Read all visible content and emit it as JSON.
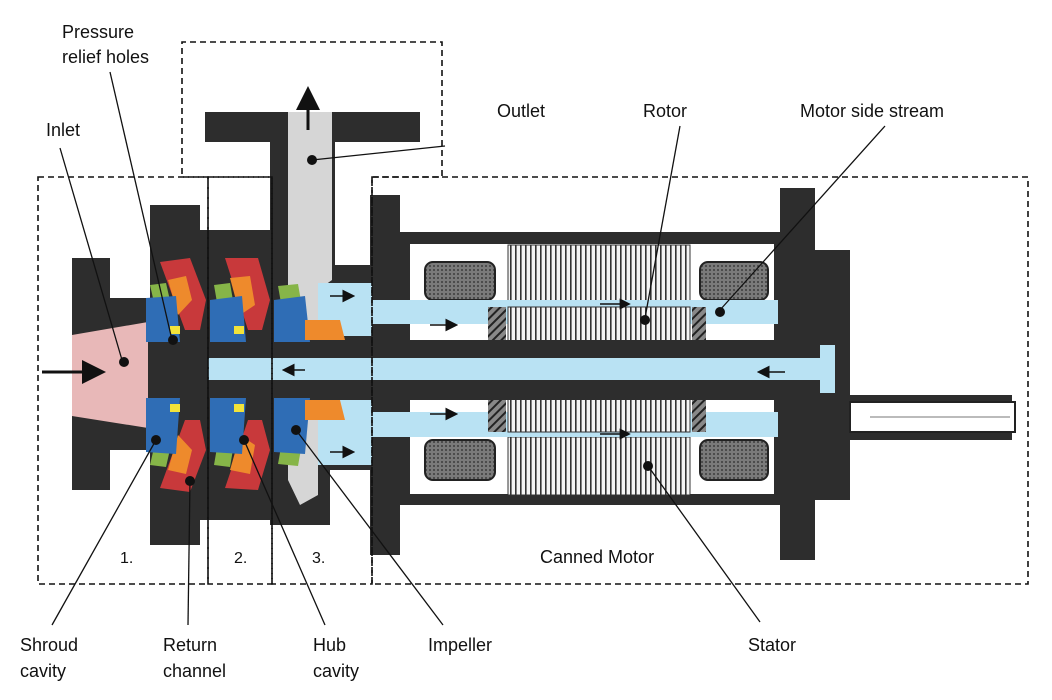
{
  "labels": {
    "pressure_relief_line1": "Pressure",
    "pressure_relief_line2": "relief holes",
    "inlet": "Inlet",
    "outlet": "Outlet",
    "rotor": "Rotor",
    "motor_side_stream": "Motor side stream",
    "canned_motor": "Canned Motor",
    "shroud_line1": "Shroud",
    "shroud_line2": "cavity",
    "return_line1": "Return",
    "return_line2": "channel",
    "hub_line1": "Hub",
    "hub_line2": "cavity",
    "impeller": "Impeller",
    "stator": "Stator"
  },
  "stages": {
    "s1": "1.",
    "s2": "2.",
    "s3": "3."
  },
  "colors": {
    "casing": "#2d2d2d",
    "outlet_channel": "#d6d6d6",
    "inlet_fluid": "#e8b8b8",
    "motor_fluid": "#b9e2f3",
    "impeller_blue": "#2f6db5",
    "impeller_red": "#c8393b",
    "impeller_orange": "#ee8a2c",
    "impeller_green": "#86b548",
    "impeller_yellow": "#f2e33a",
    "winding": "#555555"
  }
}
